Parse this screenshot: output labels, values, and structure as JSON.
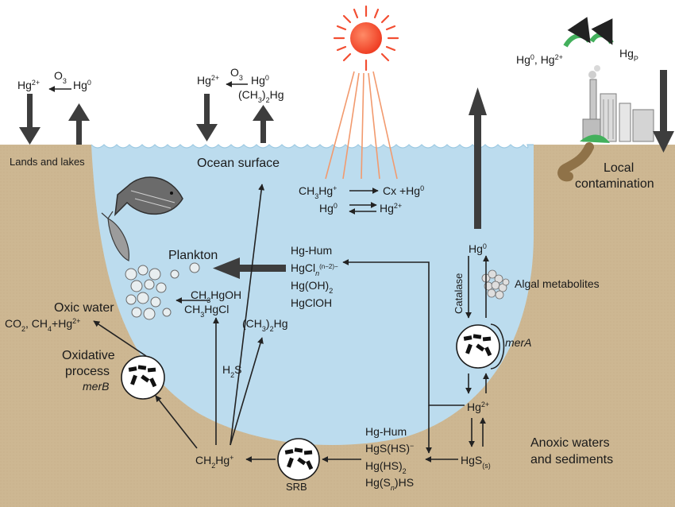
{
  "labels": {
    "lands_lakes": "Lands and lakes",
    "ocean_surface": "Ocean surface",
    "local_contamination_1": "Local",
    "local_contamination_2": "contamination",
    "plankton": "Plankton",
    "oxic_water": "Oxic water",
    "oxidative_1": "Oxidative",
    "oxidative_2": "process",
    "merB": "merB",
    "merA": "merA",
    "srb": "SRB",
    "catalase": "Catalase",
    "algal": "Algal metabolites",
    "anoxic_1": "Anoxic waters",
    "anoxic_2": "and sediments",
    "hum_1": "Hg-Hum",
    "hum_2": "Hg-Hum",
    "h2s_prefix": "H",
    "h2s_sub": "2",
    "h2s_suffix": "S"
  },
  "colors": {
    "sky": "#ffffff",
    "water": "#bcdcee",
    "sediment": "#cdb792",
    "sun": "#f24e32",
    "sun_rays": "#f29a6e",
    "arrow": "#3d3d3d",
    "green_arrow": "#43b05c",
    "runoff": "#8f7248"
  },
  "icons": [
    "sun-icon",
    "factory-icon",
    "fish-icon",
    "plankton-icon",
    "algae-icon",
    "microbe-icon"
  ]
}
